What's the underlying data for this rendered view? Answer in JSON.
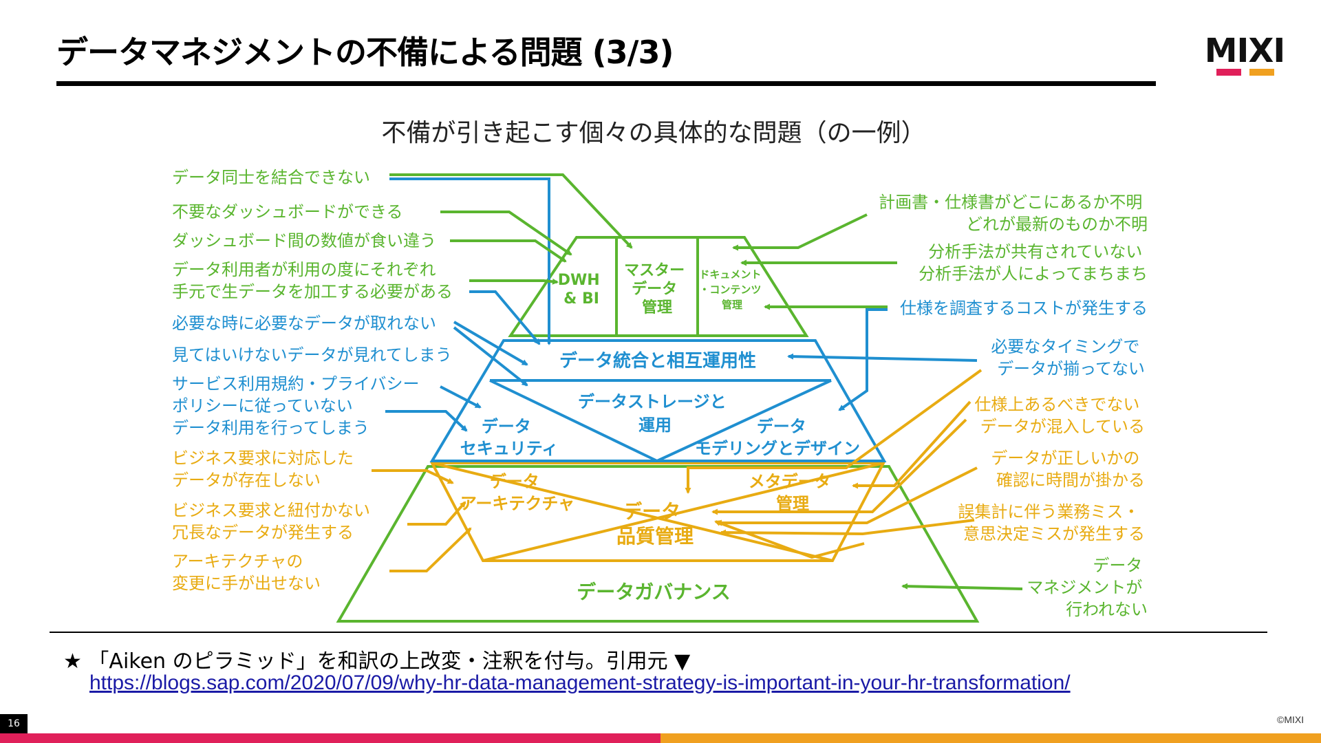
{
  "header": {
    "title": "データマネジメントの不備による問題 (3/3)",
    "logo_text": "MIXI",
    "logo_colors": [
      "#e0205a",
      "#f0a020"
    ]
  },
  "subtitle": "不備が引き起こす個々の具体的な問題（の一例）",
  "colors": {
    "green": "#5ab52f",
    "blue": "#1f8fd0",
    "yellow": "#e8ab12",
    "stripe_red": "#e0205a",
    "stripe_orange": "#f0a020"
  },
  "pyramid": {
    "top": {
      "dwh": [
        "DWH",
        "& BI"
      ],
      "master": [
        "マスター",
        "データ",
        "管理"
      ],
      "document": [
        "ドキュメント",
        "・コンテンツ",
        "管理"
      ]
    },
    "interop": "データ統合と相互運用性",
    "storage": [
      "データストレージと",
      "運用"
    ],
    "security": [
      "データ",
      "セキュリティ"
    ],
    "modeling": [
      "データ",
      "モデリングとデザイン"
    ],
    "architecture": [
      "データ",
      "アーキテクチャ"
    ],
    "quality": [
      "データ",
      "品質管理"
    ],
    "metadata": [
      "メタデータ",
      "管理"
    ],
    "governance": "データガバナンス"
  },
  "left_issues": [
    {
      "lines": [
        "データ同士を結合できない"
      ],
      "color": "blue"
    },
    {
      "lines": [
        "不要なダッシュボードができる"
      ],
      "color": "green"
    },
    {
      "lines": [
        "ダッシュボード間の数値が食い違う"
      ],
      "color": "green"
    },
    {
      "lines": [
        "データ利用者が利用の度にそれぞれ",
        "手元で生データを加工する必要がある"
      ],
      "color": "green"
    },
    {
      "lines": [
        "必要な時に必要なデータが取れない"
      ],
      "color": "blue"
    },
    {
      "lines": [
        "見てはいけないデータが見れてしまう"
      ],
      "color": "blue"
    },
    {
      "lines": [
        "サービス利用規約・プライバシー",
        "ポリシーに従っていない",
        "データ利用を行ってしまう"
      ],
      "color": "blue"
    },
    {
      "lines": [
        "ビジネス要求に対応した",
        "データが存在しない"
      ],
      "color": "yellow"
    },
    {
      "lines": [
        "ビジネス要求と紐付かない",
        "冗長なデータが発生する"
      ],
      "color": "yellow"
    },
    {
      "lines": [
        "アーキテクチャの",
        "変更に手が出せない"
      ],
      "color": "yellow"
    }
  ],
  "right_issues": [
    {
      "lines": [
        "計画書・仕様書がどこにあるか不明",
        "どれが最新のものか不明"
      ],
      "color": "green"
    },
    {
      "lines": [
        "分析手法が共有されていない",
        "分析手法が人によってまちまち"
      ],
      "color": "green"
    },
    {
      "lines": [
        "仕様を調査するコストが発生する"
      ],
      "color": "blue"
    },
    {
      "lines": [
        "必要なタイミングで",
        "データが揃ってない"
      ],
      "color": "blue"
    },
    {
      "lines": [
        "仕様上あるべきでない",
        "データが混入している"
      ],
      "color": "yellow"
    },
    {
      "lines": [
        "データが正しいかの",
        "確認に時間が掛かる"
      ],
      "color": "yellow"
    },
    {
      "lines": [
        "誤集計に伴う業務ミス・",
        "意思決定ミスが発生する"
      ],
      "color": "yellow"
    },
    {
      "lines": [
        "データ",
        "マネジメントが",
        "行われない"
      ],
      "color": "green"
    }
  ],
  "footnote": {
    "text": "★ 「Aiken のピラミッド」を和訳の上改変・注釈を付与。引用元 ▼",
    "link": "https://blogs.sap.com/2020/07/09/why-hr-data-management-strategy-is-important-in-your-hr-transformation/"
  },
  "page_number": "16",
  "copyright": "©MIXI"
}
